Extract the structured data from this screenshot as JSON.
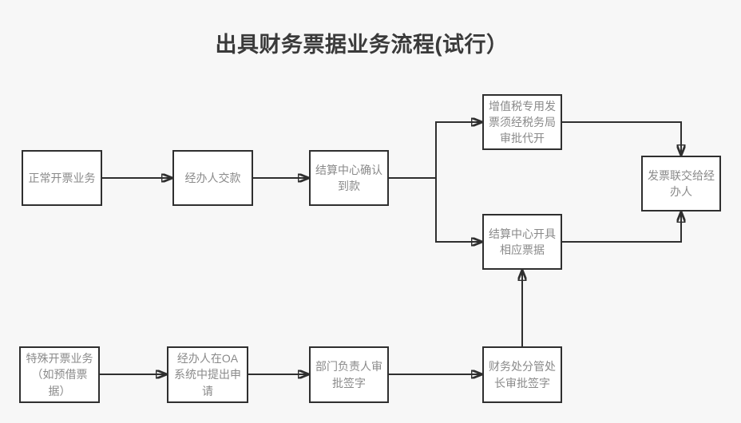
{
  "title": "出具财务票据业务流程(试行）",
  "nodes": {
    "normal": {
      "label": "正常开票业务"
    },
    "handler_pay": {
      "label": "经办人交款"
    },
    "settle_confirm": {
      "label": "结算中心确认\n到款"
    },
    "vat": {
      "label": "增值税专用发\n票须经税务局\n审批代开"
    },
    "settle_issue": {
      "label": "结算中心开具\n相应票据"
    },
    "invoice_deliver": {
      "label": "发票联交给经\n办人"
    },
    "special": {
      "label": "特殊开票业务\n（如预借票\n据）"
    },
    "oa_apply": {
      "label": "经办人在OA\n系统中提出申\n请"
    },
    "dept_sign": {
      "label": "部门负责人审\n批签字"
    },
    "finance_sign": {
      "label": "财务处分管处\n长审批签字"
    }
  },
  "edges": [
    {
      "from": "normal",
      "to": "handler_pay"
    },
    {
      "from": "handler_pay",
      "to": "settle_confirm"
    },
    {
      "from": "settle_confirm",
      "to": "vat"
    },
    {
      "from": "settle_confirm",
      "to": "settle_issue"
    },
    {
      "from": "vat",
      "to": "invoice_deliver"
    },
    {
      "from": "settle_issue",
      "to": "invoice_deliver"
    },
    {
      "from": "special",
      "to": "oa_apply"
    },
    {
      "from": "oa_apply",
      "to": "dept_sign"
    },
    {
      "from": "dept_sign",
      "to": "finance_sign"
    },
    {
      "from": "finance_sign",
      "to": "settle_issue"
    }
  ],
  "colors": {
    "background": "#f7f7f7",
    "node_fill": "#ffffff",
    "line": "#2f2f2f",
    "node_text": "#8a8a8a",
    "title_text": "#3a3a3a"
  }
}
